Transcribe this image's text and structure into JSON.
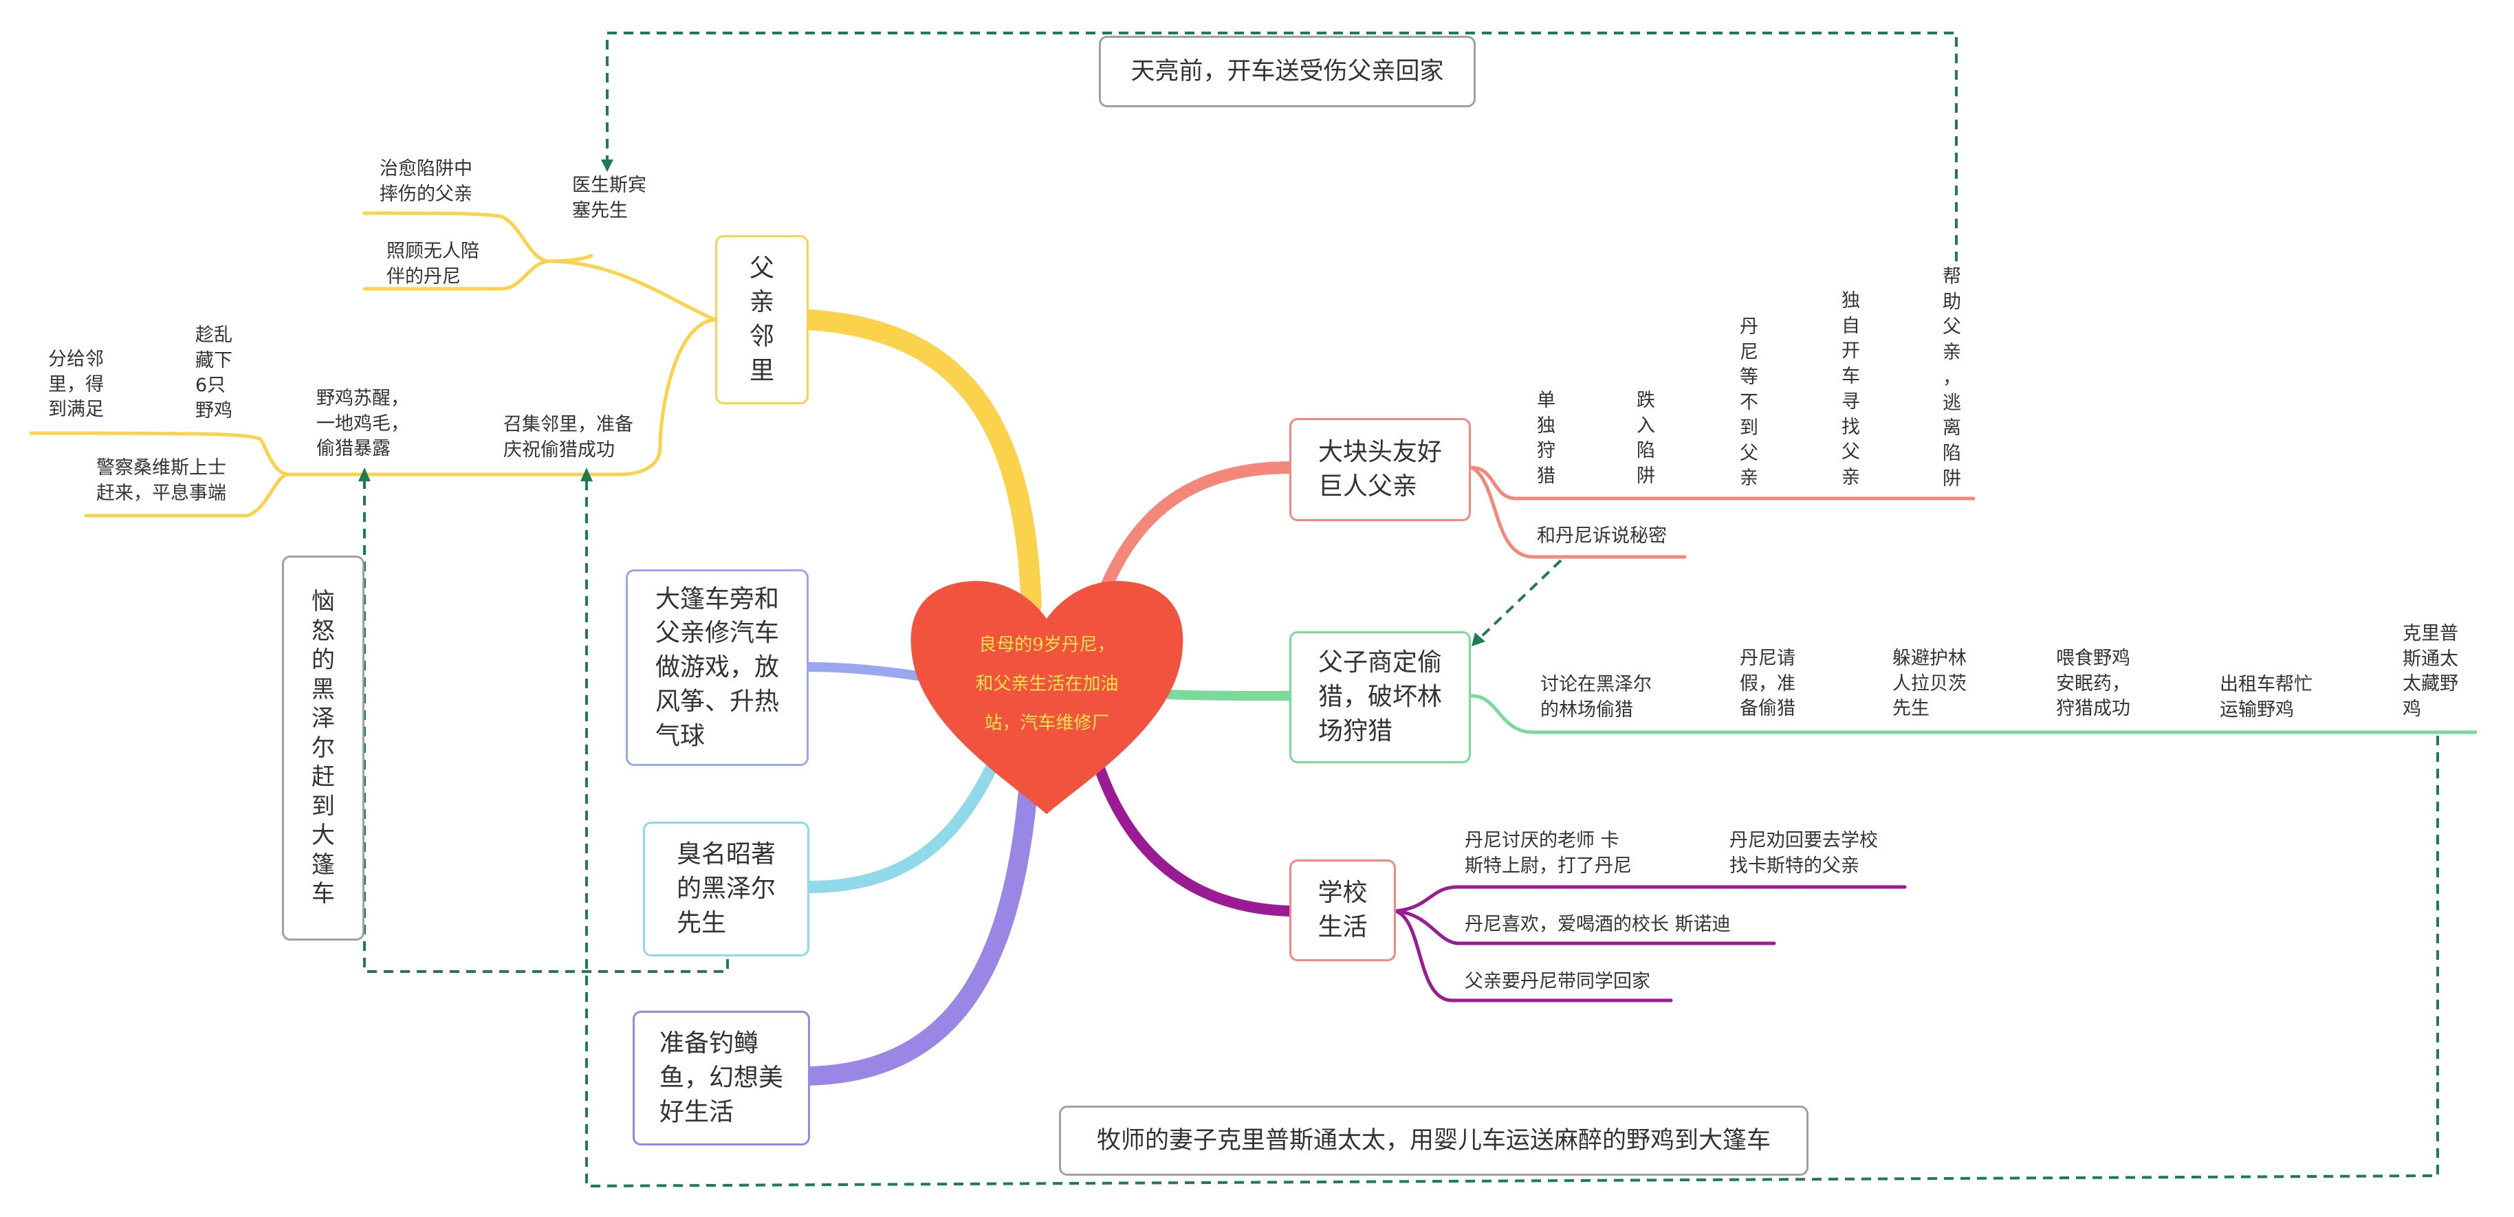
{
  "center": {
    "text": "良母的9岁丹尼，\n和父亲生活在加油\n站，汽车维修厂"
  },
  "branches": {
    "neighbors": {
      "title": "父\n亲\n邻\n里",
      "doctor": "医生斯宾\n塞先生",
      "doctor_1": "治愈陷阱中\n摔伤的父亲",
      "doctor_2": "照顾无人陪\n伴的丹尼",
      "gather": "召集邻里，准备\n庆祝偷猎成功",
      "pheasants_wake": "野鸡苏醒，\n一地鸡毛，\n偷猎暴露",
      "share": "分给邻\n里，得\n到满足",
      "hide": "趁乱\n藏下\n6只\n野鸡",
      "police": "警察桑维斯上士\n赶来，平息事端"
    },
    "play": {
      "title": "大篷车旁和\n父亲修汽车\n做游戏，放\n风筝、升热\n气球"
    },
    "hazell": {
      "title": "臭名昭著\n的黑泽尔\n先生"
    },
    "fishing": {
      "title": "准备钓鳟\n鱼，幻想美\n好生活"
    },
    "giant": {
      "title": "大块头友好\n巨人父亲",
      "items": [
        "单\n独\n狩\n猎",
        "跌\n入\n陷\n阱",
        "丹\n尼\n等\n不\n到\n父\n亲",
        "独\n自\n开\n车\n寻\n找\n父\n亲",
        "帮\n助\n父\n亲\n，\n逃\n离\n陷\n阱"
      ],
      "secret": "和丹尼诉说秘密"
    },
    "poach": {
      "title": "父子商定偷\n猎，破坏林\n场狩猎",
      "items": [
        "讨论在黑泽尔\n的林场偷猎",
        "丹尼请\n假，准\n备偷猎",
        "躲避护林\n人拉贝茨\n先生",
        "喂食野鸡\n安眠药，\n狩猎成功",
        "出租车帮忙\n运输野鸡",
        "克里普\n斯通太\n太藏野\n鸡"
      ]
    },
    "school": {
      "title": "学校\n生活",
      "item1": "丹尼讨厌的老师  卡\n斯特上尉，打了丹尼",
      "item1b": "丹尼劝回要去学校\n找卡斯特的父亲",
      "item2": "丹尼喜欢，爱喝酒的校长   斯诺迪",
      "item3": "父亲要丹尼带同学回家"
    }
  },
  "callouts": {
    "dawn": "天亮前，开车送受伤父亲回家",
    "angry": "恼\n怒\n的\n黑\n泽\n尔\n赶\n到\n大\n篷\n车",
    "pram": "牧师的妻子克里普斯通太太，用婴儿车运送麻醉的野鸡到大篷车"
  },
  "colors": {
    "heart": "#f1533e",
    "yellow": "#fbd24b",
    "blue": "#9aa6ef",
    "cyan": "#8fd9ea",
    "purple": "#9a86e4",
    "salmon": "#f3877c",
    "green": "#7bd99a",
    "magenta": "#9b1a95",
    "dashed": "#1d7d4f",
    "grey_border": "#a0a0a0"
  }
}
